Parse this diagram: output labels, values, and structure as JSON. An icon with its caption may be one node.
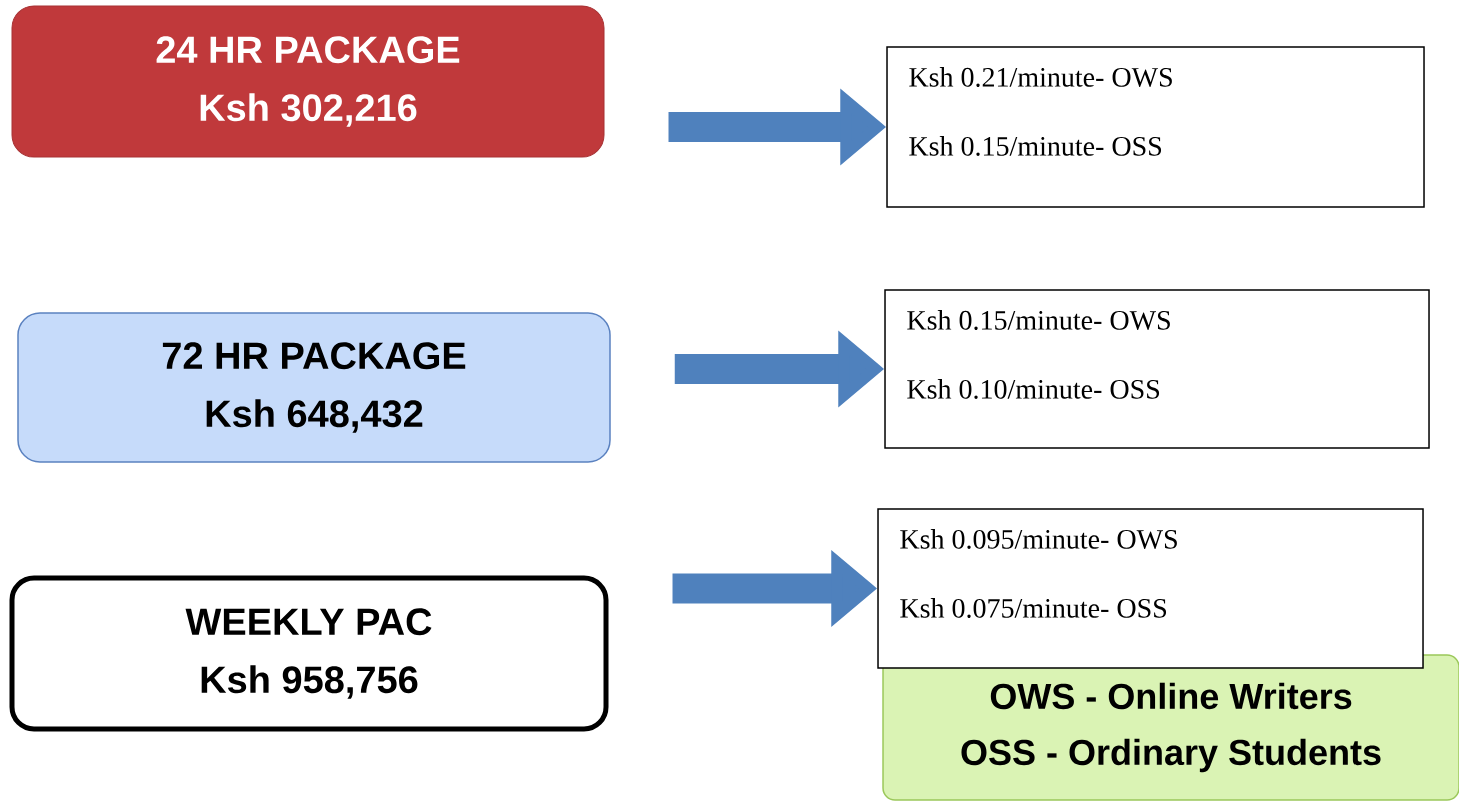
{
  "diagram": {
    "nodes": [
      {
        "text": [
          "24 HR PACKAGE",
          "Ksh 302,216"
        ]
      },
      {
        "text": [
          "Ksh 0.21/minute- OWS",
          "Ksh 0.15/minute- OSS"
        ]
      },
      {
        "text": [
          "72 HR PACKAGE",
          "Ksh 648,432"
        ]
      },
      {
        "text": [
          "Ksh 0.15/minute- OWS",
          "Ksh 0.10/minute- OSS"
        ]
      },
      {
        "text": [
          "WEEKLY PAC",
          "Ksh 958,756"
        ]
      },
      {
        "text": [
          "Ksh 0.095/minute- OWS",
          "Ksh 0.075/minute- OSS"
        ]
      },
      {
        "text": [
          "OWS - Online Writers",
          "OSS - Ordinary Students"
        ]
      }
    ],
    "edges": [
      {
        "from": 0,
        "to": 1,
        "arrow": "to"
      },
      {
        "from": 2,
        "to": 3,
        "arrow": "to"
      },
      {
        "from": 4,
        "to": 5,
        "arrow": "to"
      }
    ]
  }
}
